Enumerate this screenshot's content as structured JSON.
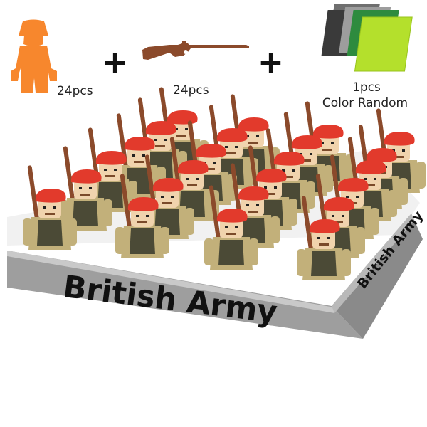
{
  "items": [
    {
      "quantity": "24pcs",
      "icon": "minifigure-silhouette-icon"
    },
    {
      "quantity": "24pcs",
      "icon": "rifle-icon"
    },
    {
      "quantity": "1pcs",
      "note": "Color Random",
      "icon": "baseplates-icon"
    }
  ],
  "operators": [
    "+",
    "+"
  ],
  "banner": {
    "main_label": "British Army",
    "side_label": "British Army"
  },
  "colors": {
    "figure_orange": "#f7872d",
    "rifle_brown": "#8b4a2b",
    "beret_red": "#e23a2c",
    "uniform_khaki": "#c2b07a",
    "plate_gray": "#8c8c8c",
    "plate_green": "#2e8b3e",
    "plate_lime": "#b4e02c"
  }
}
